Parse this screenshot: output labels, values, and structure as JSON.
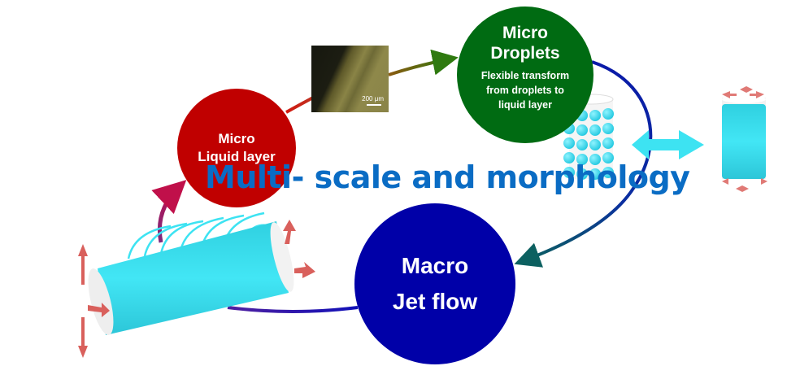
{
  "title": "Multi- scale and morphology",
  "nodes": {
    "liquid_layer": {
      "line1": "Micro",
      "line2": "Liquid layer",
      "color": "#c00000"
    },
    "droplets": {
      "line1": "Micro",
      "line2": "Droplets",
      "sub1": "Flexible transform",
      "sub2": "from droplets to",
      "sub3": "liquid layer",
      "color": "#006b12"
    },
    "jet_flow": {
      "line1": "Macro",
      "line2": "Jet flow",
      "color": "#0000a8"
    }
  },
  "micrograph": {
    "scale_label": "200 μm"
  },
  "colors": {
    "title": "#0a6cc4",
    "cyan": "#3de3f2",
    "arrow_red": "#e06a66"
  }
}
